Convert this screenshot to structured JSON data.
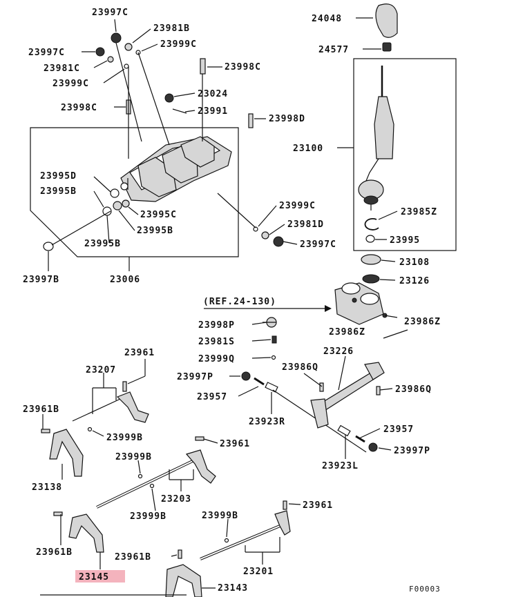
{
  "diagram": {
    "highlight_color": "#f4b3bd",
    "footer_code": "F00003",
    "ref_note": "(REF.24-130)",
    "labels": {
      "l23997C_a": "23997C",
      "l23981B_a": "23981B",
      "l23999C_a": "23999C",
      "l23997C_b": "23997C",
      "l23981C": "23981C",
      "l23999C_b": "23999C",
      "l23998C_a": "23998C",
      "l23024": "23024",
      "l23998C_b": "23998C",
      "l23991": "23991",
      "l23998D": "23998D",
      "l24048": "24048",
      "l24577": "24577",
      "l23100": "23100",
      "l23995D": "23995D",
      "l23995B_a": "23995B",
      "l23995C": "23995C",
      "l23995B_b": "23995B",
      "l23995B_c": "23995B",
      "l23999C_c": "23999C",
      "l23981D": "23981D",
      "l23997C_c": "23997C",
      "l23985Z": "23985Z",
      "l23995": "23995",
      "l23997B": "23997B",
      "l23006": "23006",
      "l23108": "23108",
      "l23126": "23126",
      "l23986Z_a": "23986Z",
      "l23986Z_b": "23986Z",
      "l23998P": "23998P",
      "l23981S": "23981S",
      "l23999Q": "23999Q",
      "l23226": "23226",
      "l23986Q_a": "23986Q",
      "l23997P_a": "23997P",
      "l23957_a": "23957",
      "l23986Q_b": "23986Q",
      "l23923R": "23923R",
      "l23957_b": "23957",
      "l23997P_b": "23997P",
      "l23923L": "23923L",
      "l23207": "23207",
      "l23961_a": "23961",
      "l23961B_a": "23961B",
      "l23999B_a": "23999B",
      "l23961_b": "23961",
      "l23999B_b": "23999B",
      "l23138": "23138",
      "l23203": "23203",
      "l23999B_c": "23999B",
      "l23999B_d": "23999B",
      "l23961_c": "23961",
      "l23961B_b": "23961B",
      "l23961B_c": "23961B",
      "l23201": "23201",
      "l23145": "23145",
      "l23143": "23143"
    }
  }
}
